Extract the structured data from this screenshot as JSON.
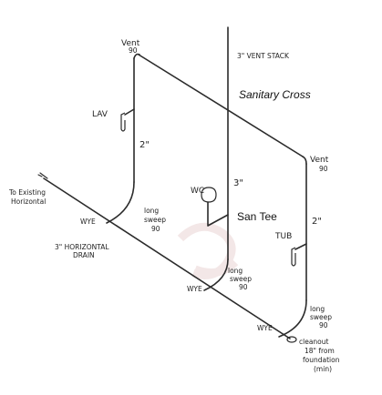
{
  "labels": {
    "vent_top": "Vent",
    "vent_top_deg": "90",
    "vent_stack": "3\" VENT STACK",
    "sanitary_cross": "Sanitary Cross",
    "lav": "LAV",
    "pipe_2in_left": "2\"",
    "pipe_3in": "3\"",
    "vent_right": "Vent",
    "vent_right_deg": "90",
    "to_existing_1": "To Existing",
    "to_existing_2": "Horizontal",
    "wc": "WC",
    "san_tee": "San Tee",
    "pipe_2in_right": "2\"",
    "wye_left": "WYE",
    "long_sweep_1a": "long",
    "long_sweep_1b": "sweep",
    "long_sweep_1c": "90",
    "horizontal_drain_1": "3\" HORIZONTAL",
    "horizontal_drain_2": "DRAIN",
    "tub": "TUB",
    "long_sweep_2a": "long",
    "long_sweep_2b": "sweep",
    "long_sweep_2c": "90",
    "wye_mid": "WYE",
    "long_sweep_3a": "long",
    "long_sweep_3b": "sweep",
    "long_sweep_3c": "90",
    "wye_bottom": "WYE",
    "cleanout_1": "cleanout",
    "cleanout_2": "18\" from",
    "cleanout_3": "foundation",
    "cleanout_4": "(min)"
  }
}
